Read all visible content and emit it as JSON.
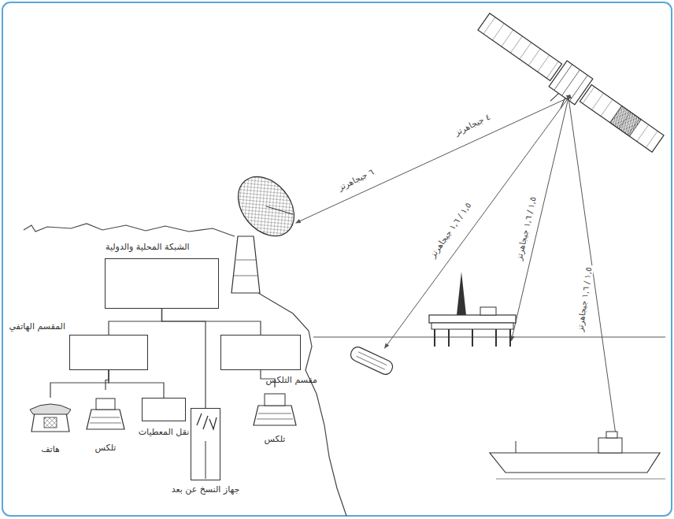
{
  "diagram": {
    "nodes": [
      {
        "text": [
          "الشبكة المحلية والدولية"
        ]
      },
      {
        "text": [
          "المقسم الهاتفي"
        ]
      },
      {
        "text": [
          "مقسم التلكس"
        ]
      },
      {
        "text": [
          "هاتف"
        ]
      },
      {
        "text": [
          "تلكس"
        ]
      },
      {
        "text": [
          "نقل المعطيات"
        ]
      },
      {
        "text": [
          "جهاز النسخ عن بعد"
        ]
      },
      {
        "text": [
          "تلكس"
        ]
      }
    ],
    "edges": [
      {
        "from": 0,
        "to": 1,
        "arrow": "none"
      },
      {
        "from": 0,
        "to": 6,
        "arrow": "none"
      },
      {
        "from": 0,
        "to": 2,
        "arrow": "none"
      },
      {
        "from": 1,
        "to": 3,
        "arrow": "none"
      },
      {
        "from": 1,
        "to": 4,
        "arrow": "none"
      },
      {
        "from": 1,
        "to": 5,
        "arrow": "none"
      },
      {
        "from": 2,
        "to": 7,
        "arrow": "none"
      }
    ],
    "labels": [
      "٤ جيجاهرتز",
      "٦ جيجاهرتز",
      "١,٥ / ١,٦ جيجاهرتز",
      "١,٥ / ١,٦ جيجاهرتز",
      "١,٥ / ١,٦ جيجاهرتز"
    ]
  }
}
